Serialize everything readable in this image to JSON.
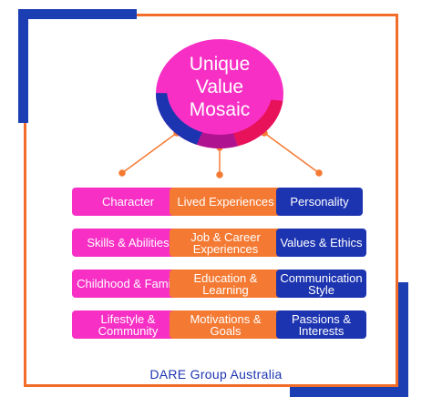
{
  "hub": {
    "lines": [
      "Unique",
      "Value",
      "Mosaic"
    ]
  },
  "columns": [
    {
      "key": "pink",
      "items": [
        "Character",
        "Skills & Abilities",
        "Childhood & Family",
        "Lifestyle & Community"
      ]
    },
    {
      "key": "orange",
      "items": [
        "Lived Experiences",
        "Job & Career Experiences",
        "Education & Learning",
        "Motivations & Goals"
      ]
    },
    {
      "key": "blue",
      "items": [
        "Personality",
        "Values & Ethics",
        "Communication Style",
        "Passions & Interests"
      ]
    }
  ],
  "footer": "DARE Group Australia",
  "colors": {
    "pink": "#f72fc5",
    "orange": "#f47a33",
    "blue": "#1c34b0",
    "frame_orange": "#f26d2a",
    "frame_blue": "#1b3eb2",
    "hub_ring_magenta": "#b0138f",
    "hub_ring_red": "#e8125a"
  }
}
